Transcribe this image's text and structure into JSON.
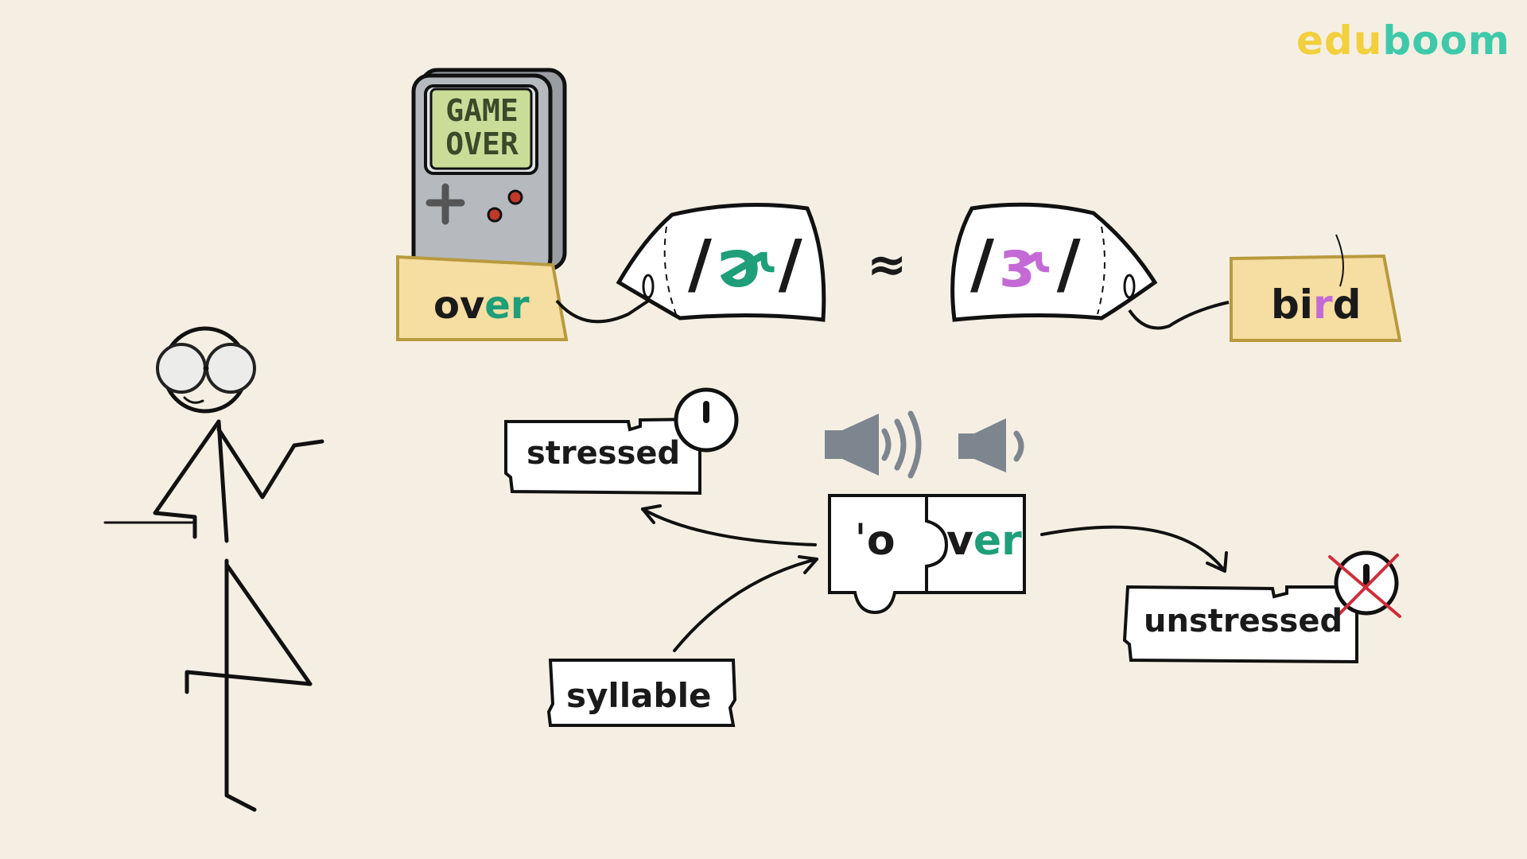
{
  "logo": {
    "part1": "edu",
    "part2": "boom",
    "color1": "#f2cf3c",
    "color2": "#3fc9ab"
  },
  "game_device": {
    "line1": "GAME",
    "line2": "OVER",
    "screen_color": "#c9dd98"
  },
  "words": {
    "over_prefix": "ov",
    "over_suffix": "er",
    "bird_prefix": "bi",
    "bird_middle": "r",
    "bird_suffix": "d"
  },
  "ipa": {
    "left_open": "/",
    "left_symbol": "ɚ",
    "left_close": "/",
    "approx": "≈",
    "right_open": "/",
    "right_symbol": "ɝ",
    "right_close": "/"
  },
  "accent_colors": {
    "green": "#1e9e79",
    "purple": "#c46ad6",
    "tag_fill": "#f6dda1",
    "speaker": "#7d858f"
  },
  "labels": {
    "stressed": "stressed",
    "unstressed": "unstressed",
    "syllable": "syllable",
    "stress_mark": "ˈ",
    "puzzle_left": "ˈo",
    "puzzle_right_prefix": "v",
    "puzzle_right_suffix": "er"
  },
  "icons": [
    "speaker-loud-icon",
    "speaker-quiet-icon",
    "stress-mark-circle-icon",
    "crossed-stress-mark-icon",
    "game-console-icon",
    "face-mask-icon"
  ]
}
